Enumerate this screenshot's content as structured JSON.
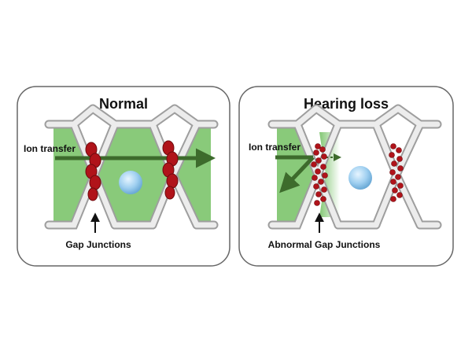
{
  "panels": {
    "normal": {
      "title": "Normal",
      "ion_label": "Ion transfer",
      "junction_label": "Gap Junctions"
    },
    "hearing_loss": {
      "title": "Hearing loss",
      "ion_label": "Ion transfer",
      "junction_label": "Abnormal Gap Junctions"
    }
  },
  "colors": {
    "cell_green": "#7cc46c",
    "arrow_green": "#3d6b2c",
    "junction_red": "#b0131a",
    "nucleus_blue": "#9fcff0",
    "membrane_gray": "#e6e6e6"
  }
}
